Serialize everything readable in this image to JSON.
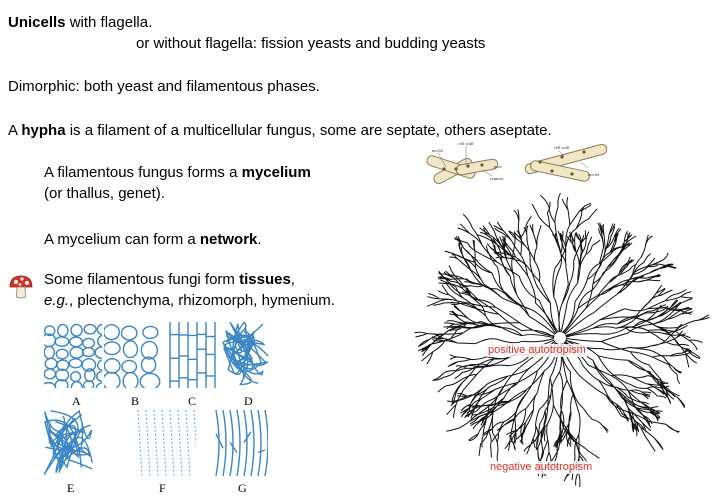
{
  "lines": {
    "unicells_bold": "Unicells",
    "unicells_rest": " with flagella.",
    "without_flagella": "or without flagella:  fission yeasts and budding yeasts",
    "dimorphic": "Dimorphic:  both yeast and filamentous phases.",
    "hypha_a": "A ",
    "hypha_bold": "hypha",
    "hypha_rest": " is a filament of a multicellular fungus, some are septate, others aseptate.",
    "mycelium_a": "A filamentous fungus forms a ",
    "mycelium_bold": "mycelium",
    "mycelium_b": "(or thallus, genet).",
    "network_a": "A mycelium can form a ",
    "network_bold": "network",
    "network_end": ".",
    "tissues_a": "Some filamentous fungi form ",
    "tissues_bold": "tissues",
    "tissues_end": ",",
    "eg": "e.g.",
    "eg_rest": ", plectenchyma, rhizomorph, hymenium."
  },
  "hypha_diagram_labels": {
    "nuclei": "nuclei",
    "cell_wall": "cell wall",
    "pore": "pore",
    "septum": "septum",
    "cell_wall_right": "cell wall",
    "nuclei_right": "nuclei"
  },
  "tissue_captions": [
    "A",
    "B",
    "C",
    "D",
    "E",
    "F",
    "G"
  ],
  "network_labels": {
    "positive": "positive autotropism",
    "negative": "negative autotropism"
  },
  "colors": {
    "tissue_blue": "#3a86c4",
    "label_red": "#e0302a",
    "hypha_fill": "#f1e7c6"
  },
  "icons": {
    "mushroom": "mushroom-icon"
  }
}
